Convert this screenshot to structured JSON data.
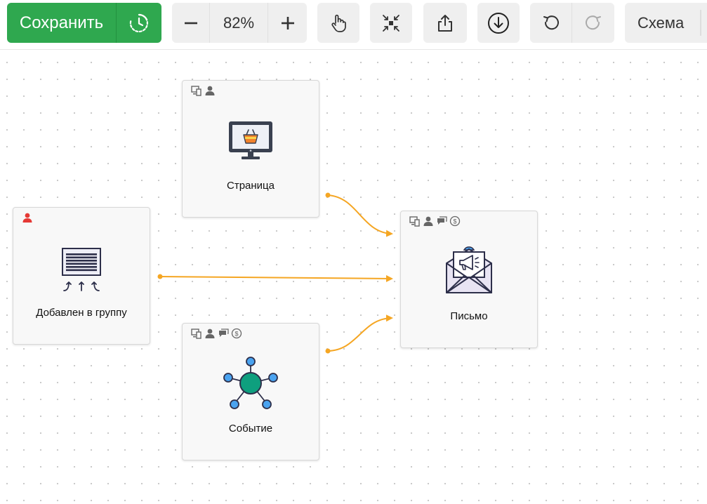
{
  "toolbar": {
    "save_label": "Сохранить",
    "zoom_value": "82%",
    "schema_label": "Схема"
  },
  "colors": {
    "save_green": "#2fa84f",
    "edge_orange": "#f5a623",
    "badge_red": "#e53935",
    "accent_teal": "#0e9f7e"
  },
  "nodes": [
    {
      "id": "group",
      "label": "Добавлен в группу",
      "icon": "list-with-arrows-icon",
      "badges": [
        "user-icon"
      ]
    },
    {
      "id": "page",
      "label": "Страница",
      "icon": "monitor-basket-icon",
      "badges": [
        "devices-icon",
        "user-icon"
      ]
    },
    {
      "id": "event",
      "label": "Событие",
      "icon": "network-hub-icon",
      "badges": [
        "devices-icon",
        "user-icon",
        "chat-icon",
        "coin-icon"
      ]
    },
    {
      "id": "email",
      "label": "Письмо",
      "icon": "envelope-megaphone-icon",
      "badges": [
        "devices-icon",
        "user-icon",
        "chat-icon",
        "coin-icon"
      ]
    }
  ]
}
